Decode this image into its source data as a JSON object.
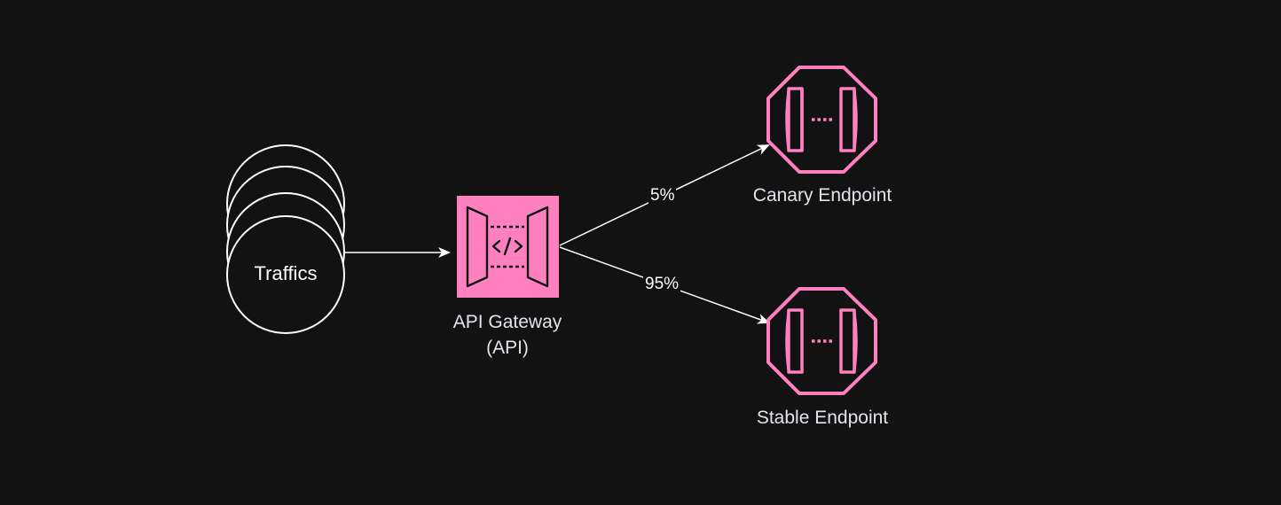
{
  "nodes": {
    "traffics": {
      "label": "Traffics"
    },
    "api_gateway": {
      "label_line1": "API Gateway",
      "label_line2": "(API)",
      "icon": "api-gateway-icon"
    },
    "canary": {
      "label": "Canary Endpoint",
      "icon": "endpoint-icon"
    },
    "stable": {
      "label": "Stable Endpoint",
      "icon": "endpoint-icon"
    }
  },
  "edges": {
    "to_canary": {
      "label": "5%"
    },
    "to_stable": {
      "label": "95%"
    }
  },
  "colors": {
    "background": "#121212",
    "accent": "#ff80bf",
    "stroke": "#ffffff",
    "label": "#e1e4ea"
  }
}
